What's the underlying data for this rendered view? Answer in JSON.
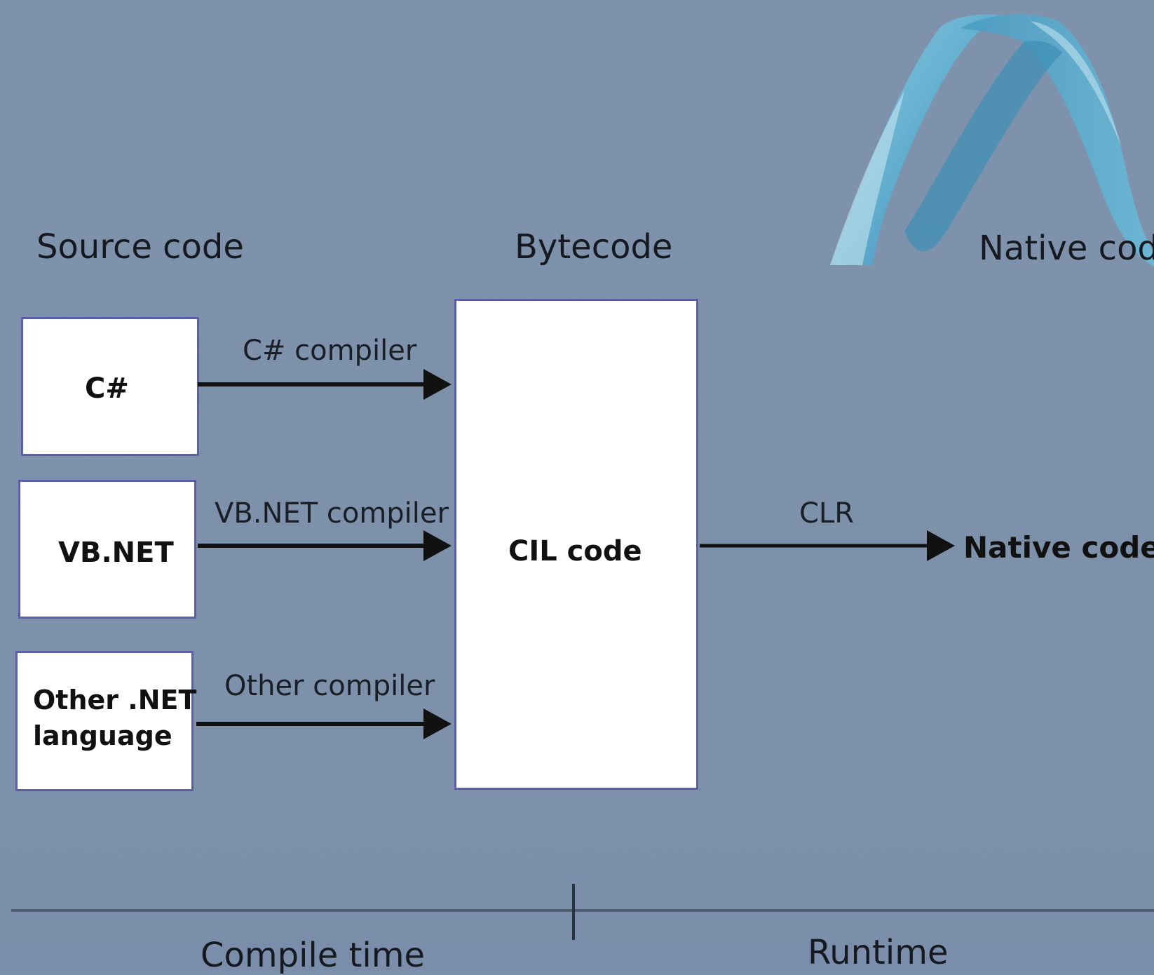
{
  "headers": {
    "source": "Source code",
    "bytecode": "Bytecode",
    "native": "Native code"
  },
  "sources": [
    {
      "label": "C#",
      "compiler": "C# compiler"
    },
    {
      "label": "VB.NET",
      "compiler": "VB.NET compiler"
    },
    {
      "label_line1": "Other .NET",
      "label_line2": "language",
      "compiler": "Other compiler"
    }
  ],
  "cil": {
    "label": "CIL code"
  },
  "runtime_edge": {
    "label": "CLR"
  },
  "output": {
    "label": "Native code"
  },
  "timeline": {
    "compile": "Compile time",
    "runtime": "Runtime"
  },
  "colors": {
    "background": "#7f92ac",
    "box_border": "#5b5fa8",
    "arrow": "#111111",
    "logo_light": "#7fc6e0",
    "logo_dark": "#3c8fb6"
  },
  "icons": {
    "logo": "visual-studio-ribbon-logo"
  }
}
